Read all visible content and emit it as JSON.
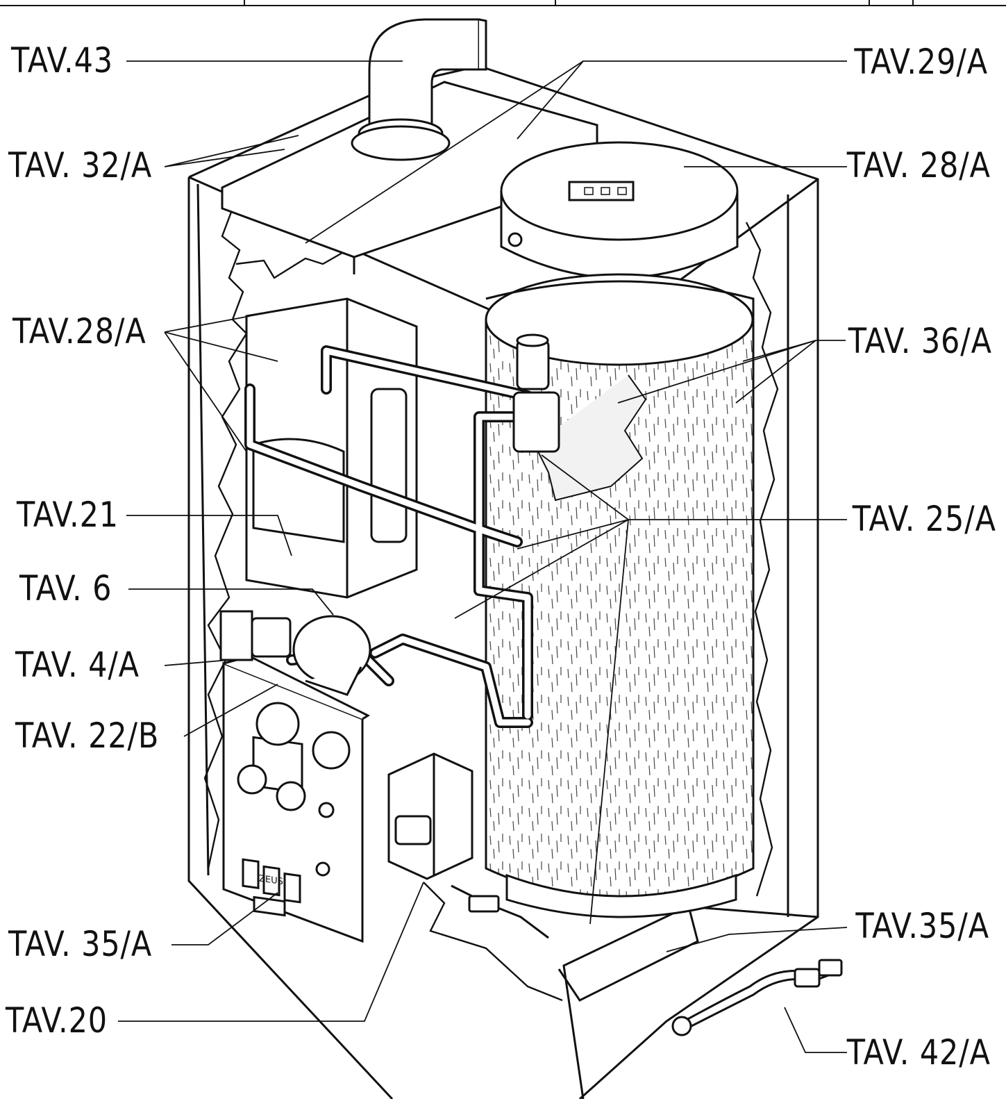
{
  "labels": {
    "tav43": "TAV.43",
    "tav32a": "TAV. 32/A",
    "tav28a_left": "TAV.28/A",
    "tav21": "TAV.21",
    "tav6": "TAV. 6",
    "tav4a": "TAV. 4/A",
    "tav22b": "TAV. 22/B",
    "tav35a_left": "TAV. 35/A",
    "tav20": "TAV.20",
    "tav29a": "TAV.29/A",
    "tav28a_right": "TAV. 28/A",
    "tav36a": "TAV. 36/A",
    "tav25a": "TAV. 25/A",
    "tav35a_right": "TAV.35/A",
    "tav42a": "TAV. 42/A"
  },
  "brand_plate": "ZEUS",
  "colors": {
    "ink": "#111111",
    "paper": "#ffffff",
    "insulation": "#f2f2f2"
  }
}
